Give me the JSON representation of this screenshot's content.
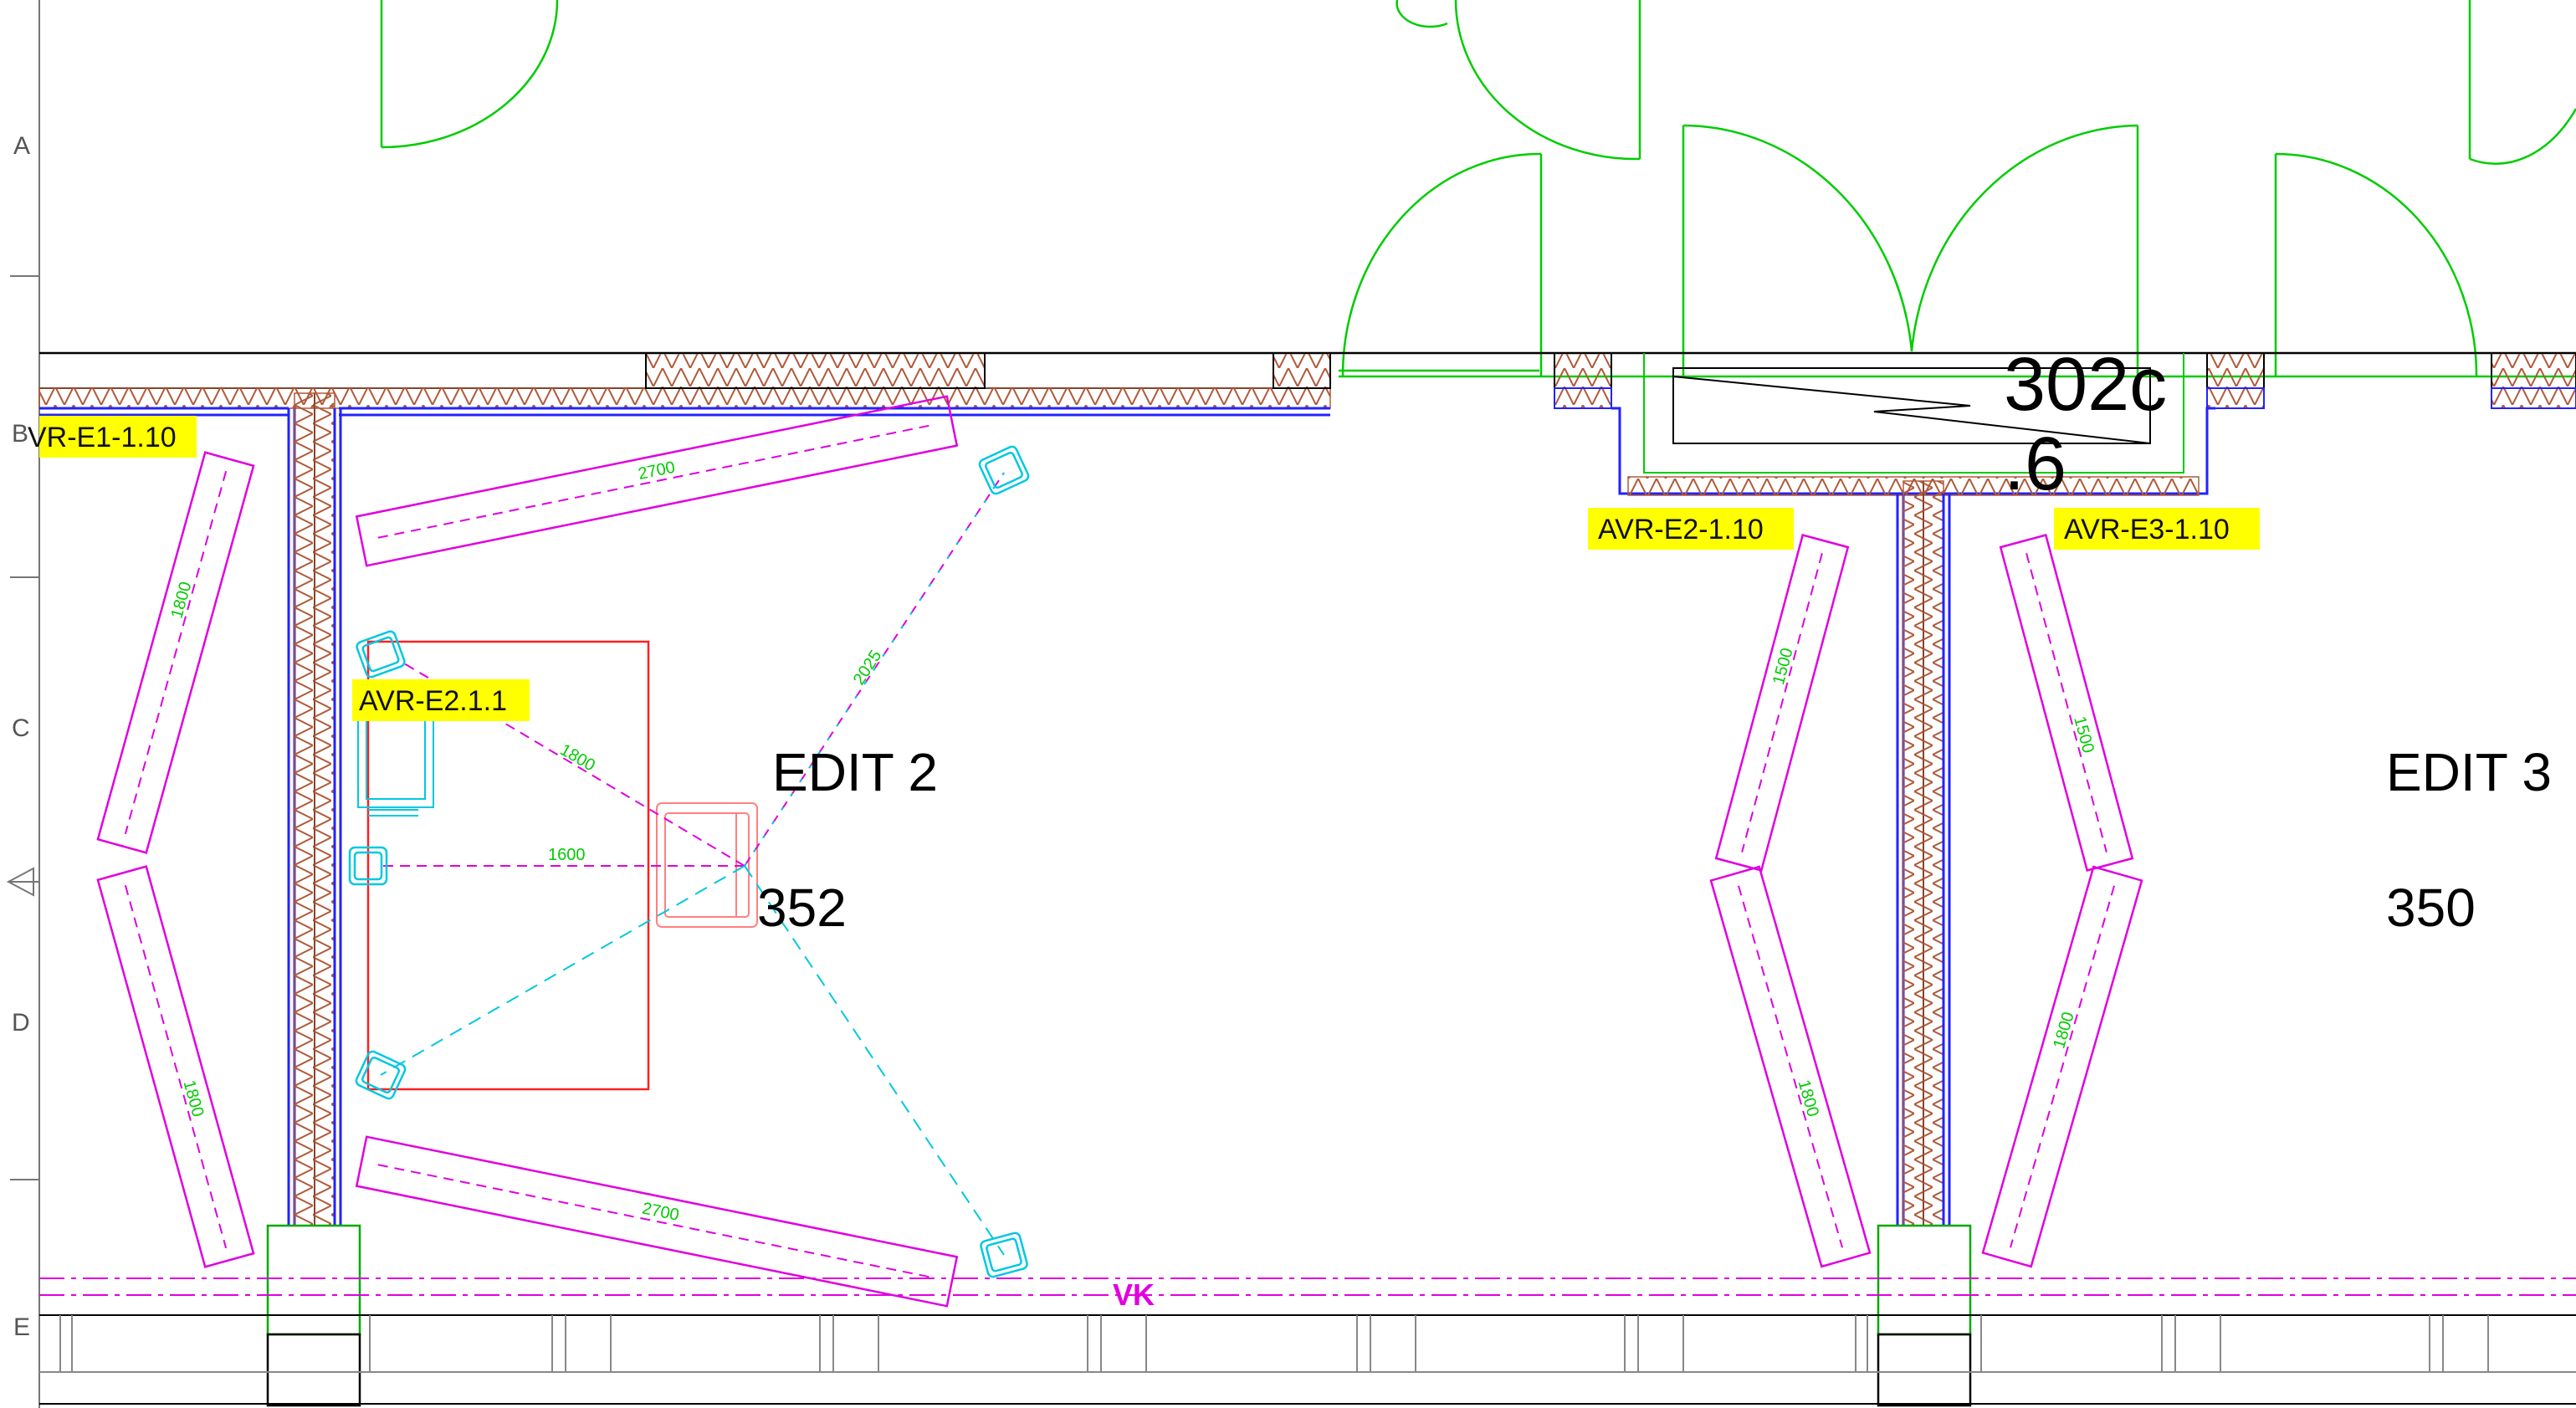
{
  "drawing": {
    "grid_labels": [
      "A",
      "B",
      "C",
      "D",
      "E"
    ],
    "equipment_tags": [
      "VR-E1-1.10",
      "AVR-E2.1.1",
      "AVR-E2-1.10",
      "AVR-E3-1.10"
    ],
    "rooms": [
      {
        "name": "EDIT 2",
        "number": "352"
      },
      {
        "name": "EDIT 3",
        "number": "350"
      }
    ],
    "room_code_main": "302c",
    "room_code_sub": ".6",
    "line_label": "VK",
    "dimensions": {
      "panel_top": "2700",
      "panel_bottom": "2700",
      "left_upper": "1800",
      "left_lower": "1800",
      "spk_top_right": "2025",
      "spk_top_left": "1800",
      "spk_center": "1600",
      "e3_left_upper": "1500",
      "e3_left_lower": "1800",
      "e3_right_upper": "1500",
      "e3_right_lower": "1800"
    },
    "colors": {
      "door_swing": "#00cc00",
      "wall_blue": "#2222ff",
      "insulation": "#b05a3a",
      "panel_magenta": "#e000e0",
      "speaker_cyan": "#00c8e0",
      "desk_red": "#ff2020",
      "tag_highlight": "#ffff00"
    }
  }
}
